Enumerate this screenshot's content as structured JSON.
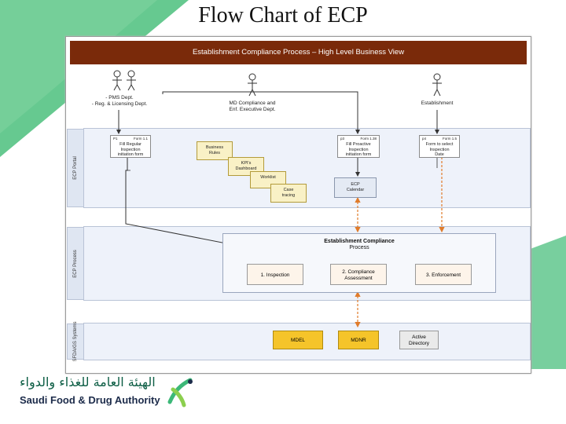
{
  "slide_title": "Flow Chart of ECP",
  "banner": "Establishment Compliance Process – High Level Business View",
  "actors": [
    {
      "lines": [
        "- PMS Dept.",
        "- Reg. & Licensing Dept."
      ]
    },
    {
      "lines": [
        "MD Compliance and",
        "Enf. Executive Dept."
      ]
    },
    {
      "lines": [
        "Establishment"
      ]
    }
  ],
  "lanes": {
    "portal": "ECP Portal",
    "process": "ECP Process",
    "systems": "SFDA/GS Systems"
  },
  "portal_boxes": [
    {
      "id": "P1",
      "form": "Form 1.1",
      "lines": [
        "Fill Regular",
        "Inspection",
        "initiation form"
      ]
    },
    {
      "id": "p3",
      "form": "Form 1.38",
      "lines": [
        "Fill Proactive",
        "Inspection",
        "initiation form"
      ]
    },
    {
      "id": "p4",
      "form": "Form 1.5",
      "lines": [
        "Form to select",
        "Inspection",
        "Date"
      ]
    }
  ],
  "portal_yellow": [
    {
      "lines": [
        "Business",
        "Rules"
      ]
    },
    {
      "lines": [
        "KPI's",
        "Dashboard"
      ]
    },
    {
      "lines": [
        "Worklist"
      ]
    },
    {
      "lines": [
        "Case",
        "tracing"
      ]
    }
  ],
  "calendar": {
    "lines": [
      "ECP",
      "Calendar"
    ]
  },
  "process": {
    "title_lines": [
      "Establishment Compliance",
      "Process"
    ],
    "steps": [
      {
        "lines": [
          "1. Inspection"
        ]
      },
      {
        "lines": [
          "2. Compliance",
          "Assessment"
        ]
      },
      {
        "lines": [
          "3. Enforcement"
        ]
      }
    ]
  },
  "systems": [
    {
      "label": "MDEL"
    },
    {
      "label": "MDNR"
    },
    {
      "lines": [
        "Active",
        "Directory"
      ]
    }
  ],
  "brand": {
    "arabic": "الهيئة العامة للغذاء والدواء",
    "english": "Saudi Food & Drug Authority"
  },
  "colors": {
    "banner": "#7a2a0a",
    "green": "#3cb878",
    "dashed_arrow": "#e07b2a",
    "system_gold": "#f5c42a"
  }
}
